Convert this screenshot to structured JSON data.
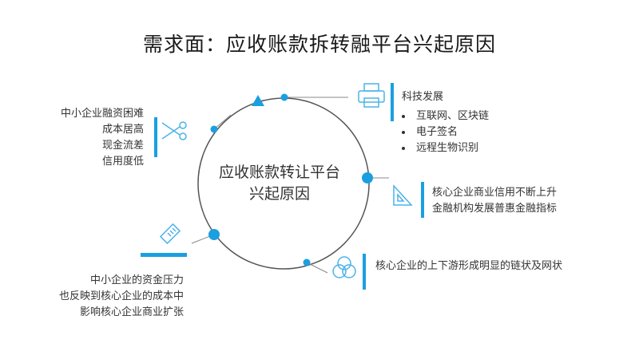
{
  "title": "需求面：应收账款拆转融平台兴起原因",
  "center": {
    "line1": "应收账款转让平台",
    "line2": "兴起原因"
  },
  "left_top": {
    "lines": [
      "中小企业融资困难",
      "成本居高",
      "现金流差",
      "信用度低"
    ],
    "icon": "scissors-icon"
  },
  "left_bottom": {
    "lines": [
      "中小企业的资金压力",
      "也反映到核心企业的成本中",
      "影响核心企业商业扩张"
    ],
    "icon": "ruler-icon"
  },
  "right_top": {
    "heading": "科技发展",
    "bullets": [
      "互联网、区块链",
      "电子签名",
      "远程生物识别"
    ],
    "icon": "printer-icon"
  },
  "right_middle": {
    "lines": [
      "核心企业商业信用不断上升",
      "金融机构发展普惠金融指标"
    ],
    "icon": "set-square-icon"
  },
  "right_bottom": {
    "lines": [
      "核心企业的上下游形成明显的链状及网状"
    ],
    "icon": "venn-circles-icon"
  },
  "colors": {
    "accent": "#1a9fe0",
    "ring": "#555555",
    "connector": "#888888",
    "icon_stroke": "#4ab3e8"
  }
}
